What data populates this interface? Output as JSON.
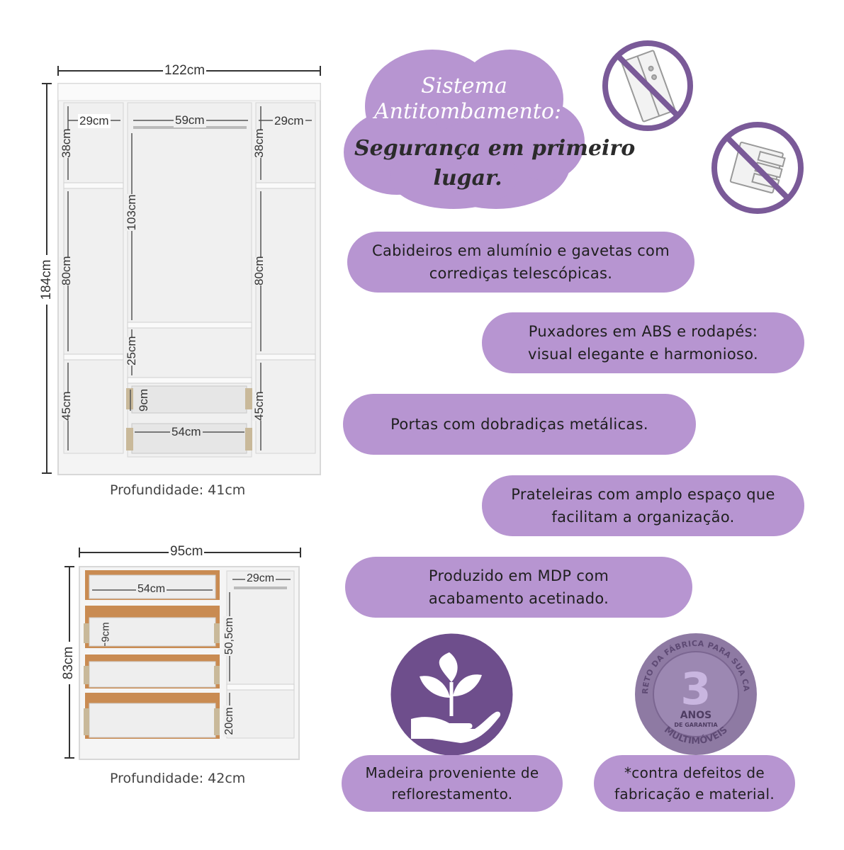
{
  "wardrobe": {
    "width_label": "122cm",
    "height_label": "184cm",
    "left_col_width": "29cm",
    "center_width": "59cm",
    "right_col_width": "29cm",
    "top_left_height": "38cm",
    "top_right_height": "38cm",
    "center_hanging_height": "103cm",
    "mid_left_height": "80cm",
    "mid_right_height": "80cm",
    "center_shelf_height": "25cm",
    "bottom_left_height": "45cm",
    "bottom_right_height": "45cm",
    "drawer_height": "9cm",
    "drawer_width": "54cm",
    "depth_label": "Profundidade: 41cm"
  },
  "dresser": {
    "width_label": "95cm",
    "height_label": "83cm",
    "drawer_width": "54cm",
    "right_col_width": "29cm",
    "drawer_height": "9cm",
    "upper_compartment_height": "50,5cm",
    "lower_compartment_height": "20cm",
    "depth_label": "Profundidade: 42cm"
  },
  "headline": {
    "line1": "Sistema",
    "line2": "Antitombamento:",
    "line3": "Segurança em primeiro",
    "line4": "lugar."
  },
  "features": [
    {
      "line1": "Cabideiros em alumínio e gavetas com",
      "line2": "corrediças telescópicas."
    },
    {
      "line1": "Puxadores em ABS e rodapés:",
      "line2": "visual elegante e harmonioso."
    },
    {
      "line1": "Portas com dobradiças metálicas.",
      "line2": ""
    },
    {
      "line1": "Prateleiras com amplo espaço que",
      "line2": "facilitam a organização."
    },
    {
      "line1": "Produzido em MDP com",
      "line2": "acabamento acetinado."
    }
  ],
  "reforestation": {
    "line1": "Madeira proveniente de",
    "line2": "reflorestamento."
  },
  "warranty_note": {
    "line1": "*contra defeitos de",
    "line2": "fabricação e material."
  },
  "seal": {
    "ring_top": "DIRETO DA FÁBRICA PARA SUA CASA",
    "number": "3",
    "anos": "ANOS",
    "garantia": "DE GARANTIA",
    "brand": "MULTIMÓVEIS"
  },
  "icons": [
    "no-tipping-wardrobe-icon",
    "no-tipping-dresser-icon",
    "plant-in-hand-icon"
  ],
  "colors": {
    "accent": "#b795d1",
    "deep": "#6e4e8c",
    "seal": "#8e7aa3"
  }
}
